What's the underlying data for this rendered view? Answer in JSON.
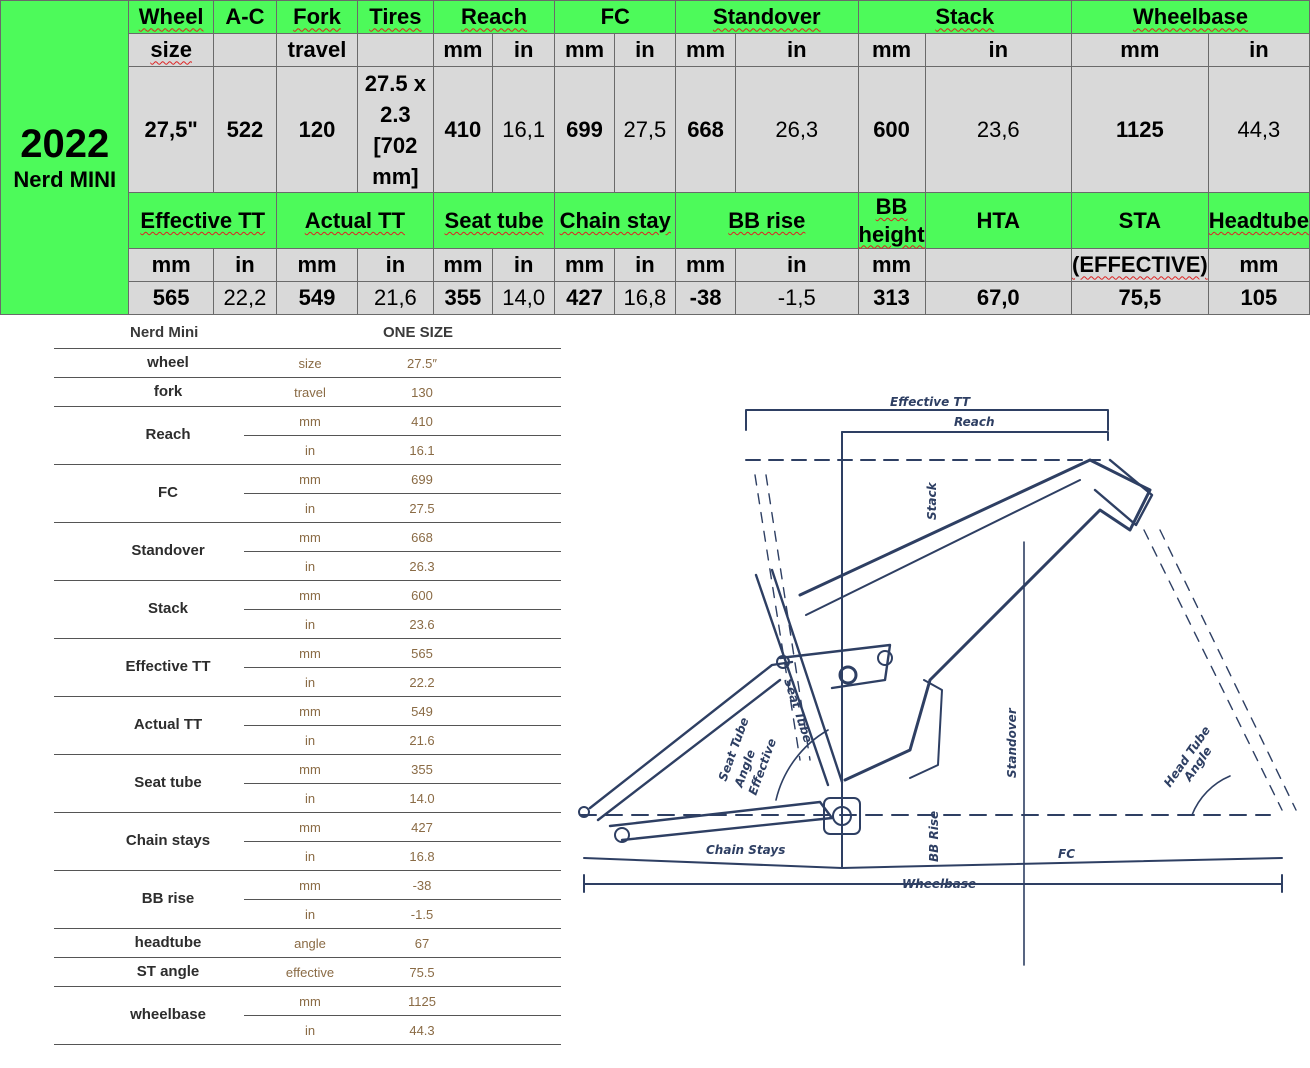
{
  "table": {
    "row1": [
      "Wheel",
      "A-C",
      "Fork",
      "Tires",
      "Reach",
      "FC",
      "Standover",
      "Stack",
      "Wheelbase"
    ],
    "row2": [
      "size",
      "",
      "travel",
      "",
      "mm",
      "in",
      "mm",
      "in",
      "mm",
      "in",
      "mm",
      "in",
      "mm",
      "in"
    ],
    "year": "2022",
    "model": "Nerd MINI",
    "row3": [
      "27,5\"",
      "522",
      "120",
      "27.5 x 2.3 [702 mm]",
      "410",
      "16,1",
      "699",
      "27,5",
      "668",
      "26,3",
      "600",
      "23,6",
      "1125",
      "44,3"
    ],
    "row4": [
      "Effective TT",
      "Actual TT",
      "Seat tube",
      "Chain stay",
      "BB rise",
      "BB height",
      "HTA",
      "STA",
      "Headtube"
    ],
    "row5": [
      "mm",
      "in",
      "mm",
      "in",
      "mm",
      "in",
      "mm",
      "in",
      "mm",
      "in",
      "mm",
      "",
      "(EFFECTIVE)",
      "mm"
    ],
    "row6": [
      "565",
      "22,2",
      "549",
      "21,6",
      "355",
      "14,0",
      "427",
      "16,8",
      "-38",
      "-1,5",
      "313",
      "67,0",
      "75,5",
      "105"
    ]
  },
  "spec": {
    "header_left": "Nerd Mini",
    "header_right": "ONE SIZE",
    "rows": [
      {
        "label": "wheel",
        "sub": [
          {
            "unit": "size",
            "value": "27.5″"
          }
        ]
      },
      {
        "label": "fork",
        "sub": [
          {
            "unit": "travel",
            "value": "130"
          }
        ]
      },
      {
        "label": "Reach",
        "sub": [
          {
            "unit": "mm",
            "value": "410"
          },
          {
            "unit": "in",
            "value": "16.1"
          }
        ]
      },
      {
        "label": "FC",
        "sub": [
          {
            "unit": "mm",
            "value": "699"
          },
          {
            "unit": "in",
            "value": "27.5"
          }
        ]
      },
      {
        "label": "Standover",
        "sub": [
          {
            "unit": "mm",
            "value": "668"
          },
          {
            "unit": "in",
            "value": "26.3"
          }
        ]
      },
      {
        "label": "Stack",
        "sub": [
          {
            "unit": "mm",
            "value": "600"
          },
          {
            "unit": "in",
            "value": "23.6"
          }
        ]
      },
      {
        "label": "Effective TT",
        "sub": [
          {
            "unit": "mm",
            "value": "565"
          },
          {
            "unit": "in",
            "value": "22.2"
          }
        ]
      },
      {
        "label": "Actual TT",
        "sub": [
          {
            "unit": "mm",
            "value": "549"
          },
          {
            "unit": "in",
            "value": "21.6"
          }
        ]
      },
      {
        "label": "Seat tube",
        "sub": [
          {
            "unit": "mm",
            "value": "355"
          },
          {
            "unit": "in",
            "value": "14.0"
          }
        ]
      },
      {
        "label": "Chain stays",
        "sub": [
          {
            "unit": "mm",
            "value": "427"
          },
          {
            "unit": "in",
            "value": "16.8"
          }
        ]
      },
      {
        "label": "BB rise",
        "sub": [
          {
            "unit": "mm",
            "value": "-38"
          },
          {
            "unit": "in",
            "value": "-1.5"
          }
        ]
      },
      {
        "label": "headtube",
        "sub": [
          {
            "unit": "angle",
            "value": "67"
          }
        ]
      },
      {
        "label": "ST angle",
        "sub": [
          {
            "unit": "effective",
            "value": "75.5"
          }
        ]
      },
      {
        "label": "wheelbase",
        "sub": [
          {
            "unit": "mm",
            "value": "1125"
          },
          {
            "unit": "in",
            "value": "44.3"
          }
        ]
      }
    ]
  },
  "diagram": {
    "effective_tt": "Effective TT",
    "reach": "Reach",
    "stack": "Stack",
    "seat_tube": "Seat Tube",
    "seat_tube_angle_1": "Seat Tube",
    "seat_tube_angle_2": "Angle",
    "seat_tube_angle_3": "Effective",
    "standover": "Standover",
    "head_tube_angle_1": "Head Tube",
    "head_tube_angle_2": "Angle",
    "bb_rise": "BB Rise",
    "chain_stays": "Chain Stays",
    "fc": "FC",
    "wheelbase": "Wheelbase",
    "line_color": "#2e3f63"
  },
  "colors": {
    "green": "#4dfa5a",
    "grey": "#d9d9d9",
    "spec_brown": "#8a6b45"
  }
}
